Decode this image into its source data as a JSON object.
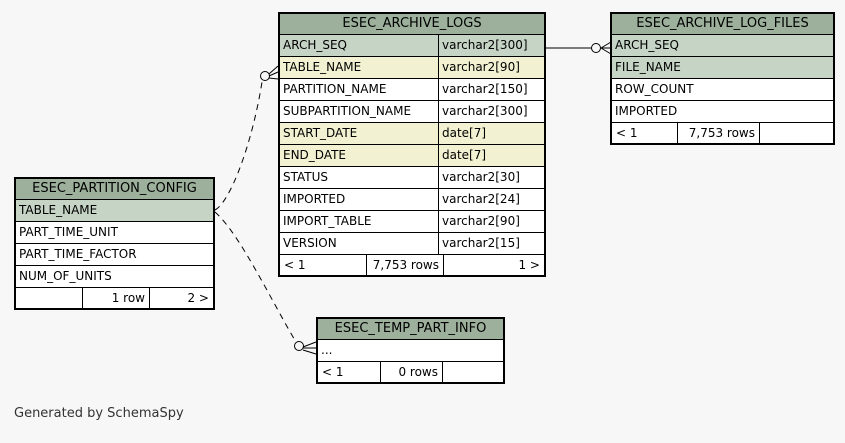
{
  "page": {
    "generated_by": "Generated by SchemaSpy"
  },
  "colors": {
    "canvas_bg": "#f7f7f7",
    "header_bg": "#9cb09c",
    "key_bg": "#c6d4c6",
    "indexed_bg": "#f2f2d2",
    "row_bg": "#ffffff",
    "line": "#000000"
  },
  "tables": {
    "archive_logs": {
      "title": "ESEC_ARCHIVE_LOGS",
      "columns": [
        {
          "name": "ARCH_SEQ",
          "type": "varchar2[300]",
          "style": "key"
        },
        {
          "name": "TABLE_NAME",
          "type": "varchar2[90]",
          "style": "indexed"
        },
        {
          "name": "PARTITION_NAME",
          "type": "varchar2[150]",
          "style": "plain"
        },
        {
          "name": "SUBPARTITION_NAME",
          "type": "varchar2[300]",
          "style": "plain"
        },
        {
          "name": "START_DATE",
          "type": "date[7]",
          "style": "indexed"
        },
        {
          "name": "END_DATE",
          "type": "date[7]",
          "style": "indexed"
        },
        {
          "name": "STATUS",
          "type": "varchar2[30]",
          "style": "plain"
        },
        {
          "name": "IMPORTED",
          "type": "varchar2[24]",
          "style": "plain"
        },
        {
          "name": "IMPORT_TABLE",
          "type": "varchar2[90]",
          "style": "plain"
        },
        {
          "name": "VERSION",
          "type": "varchar2[15]",
          "style": "plain"
        }
      ],
      "footer": {
        "left": "< 1",
        "center": "7,753 rows",
        "right": "1 >"
      }
    },
    "archive_log_files": {
      "title": "ESEC_ARCHIVE_LOG_FILES",
      "columns": [
        {
          "name": "ARCH_SEQ",
          "style": "key"
        },
        {
          "name": "FILE_NAME",
          "style": "key"
        },
        {
          "name": "ROW_COUNT",
          "style": "plain"
        },
        {
          "name": "IMPORTED",
          "style": "plain"
        }
      ],
      "footer": {
        "left": "< 1",
        "center": "7,753 rows",
        "right": ""
      }
    },
    "partition_config": {
      "title": "ESEC_PARTITION_CONFIG",
      "columns": [
        {
          "name": "TABLE_NAME",
          "style": "key"
        },
        {
          "name": "PART_TIME_UNIT",
          "style": "plain"
        },
        {
          "name": "PART_TIME_FACTOR",
          "style": "plain"
        },
        {
          "name": "NUM_OF_UNITS",
          "style": "plain"
        }
      ],
      "footer": {
        "left": "",
        "center": "1 row",
        "right": "2 >"
      }
    },
    "temp_part_info": {
      "title": "ESEC_TEMP_PART_INFO",
      "columns": [
        {
          "name": "...",
          "style": "plain"
        }
      ],
      "footer": {
        "left": "< 1",
        "center": "0 rows",
        "right": ""
      }
    }
  },
  "relationships": [
    {
      "from": "ESEC_ARCHIVE_LOGS.ARCH_SEQ",
      "to": "ESEC_ARCHIVE_LOG_FILES.ARCH_SEQ",
      "style": "solid"
    },
    {
      "from": "ESEC_PARTITION_CONFIG.TABLE_NAME",
      "to": "ESEC_ARCHIVE_LOGS.TABLE_NAME",
      "style": "dashed"
    },
    {
      "from": "ESEC_PARTITION_CONFIG.TABLE_NAME",
      "to": "ESEC_TEMP_PART_INFO",
      "style": "dashed"
    }
  ]
}
